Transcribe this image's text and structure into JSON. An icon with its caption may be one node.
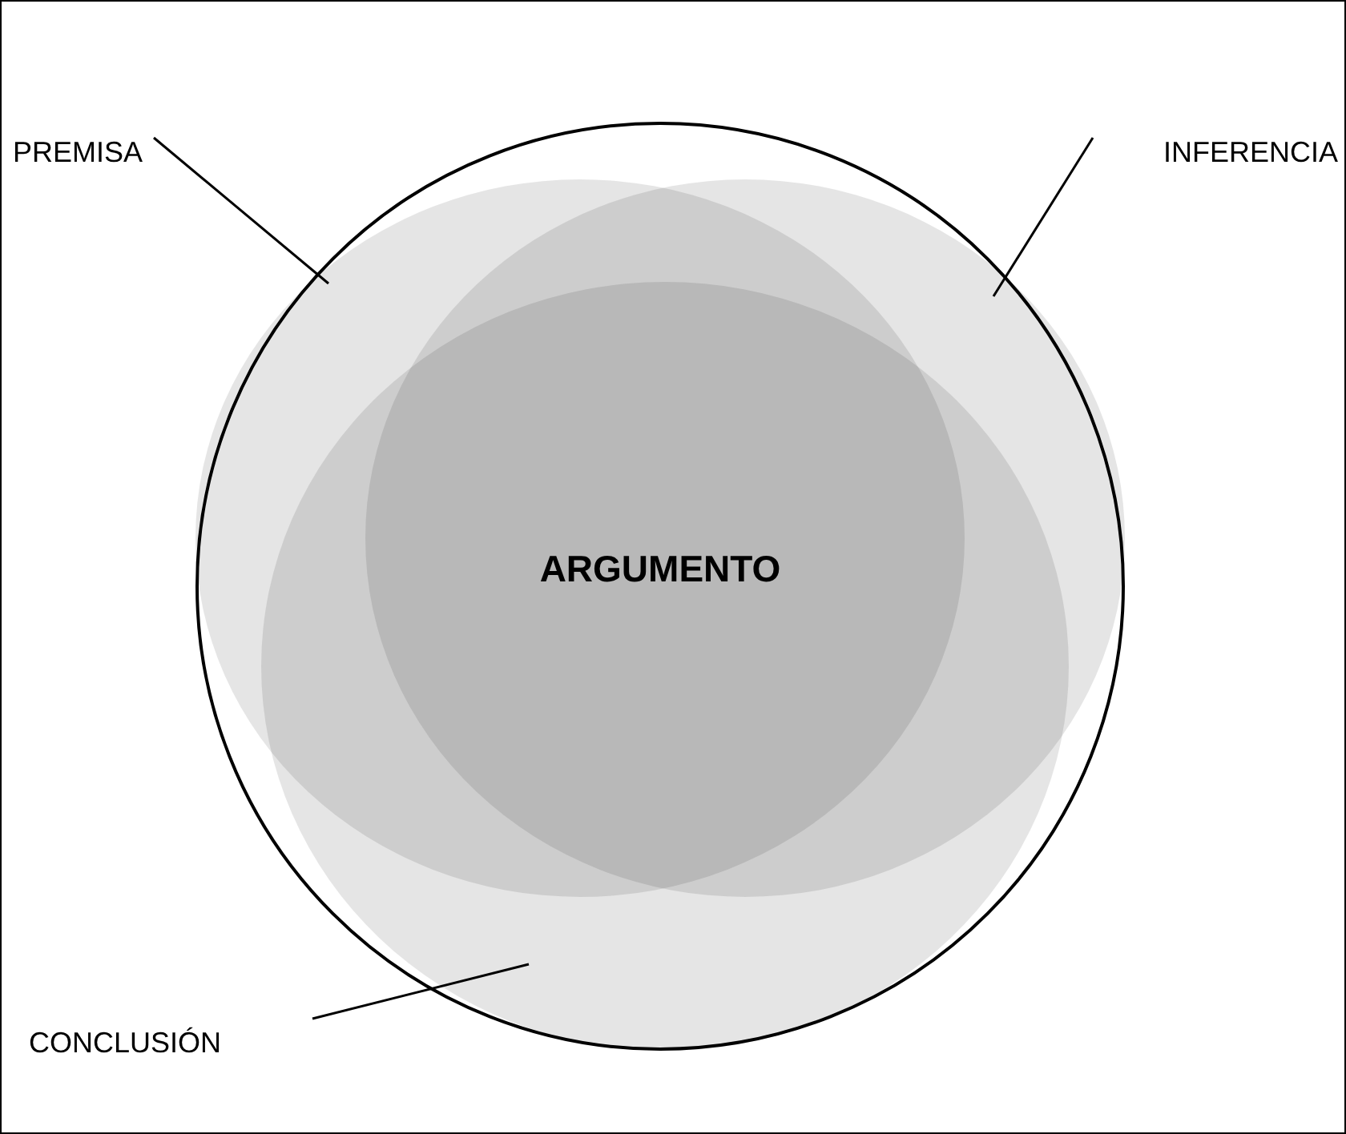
{
  "diagram": {
    "nodes": [
      {
        "text": [],
        "shape": "circle"
      },
      {
        "text": [],
        "shape": "ellipse",
        "in": 0
      },
      {
        "text": [],
        "shape": "ellipse",
        "in": 0
      },
      {
        "text": [],
        "shape": "ellipse",
        "in": 0
      },
      {
        "text": [
          "ARGUMENTO"
        ]
      },
      {
        "text": [
          "PREMISA"
        ]
      },
      {
        "text": [
          "INFERENCIA"
        ]
      },
      {
        "text": [
          "CONCLUSIÓN"
        ]
      }
    ],
    "edges": [
      {
        "from": 5,
        "to": 1,
        "arrow": "none"
      },
      {
        "from": 6,
        "to": 2,
        "arrow": "none"
      },
      {
        "from": 7,
        "to": 3,
        "arrow": "none"
      }
    ]
  }
}
